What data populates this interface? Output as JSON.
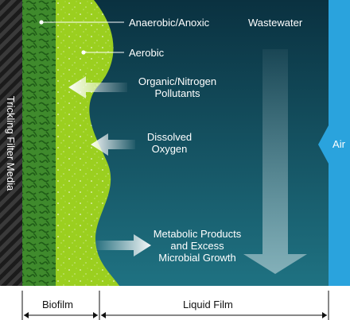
{
  "media": {
    "label": "Trickling Filter Media"
  },
  "labels": {
    "anaerobic": "Anaerobic/Anoxic",
    "aerobic": "Aerobic",
    "wastewater": "Wastewater",
    "pollutants_line1": "Organic/Nitrogen",
    "pollutants_line2": "Pollutants",
    "oxygen_line1": "Dissolved",
    "oxygen_line2": "Oxygen",
    "metabolic_line1": "Metabolic Products",
    "metabolic_line2": "and Excess",
    "metabolic_line3": "Microbial Growth",
    "air": "Air"
  },
  "bottom": {
    "biofilm": "Biofilm",
    "liquid_film": "Liquid Film"
  },
  "colors": {
    "liquid_dark": "#0b3342",
    "liquid_light": "#1e6f7f",
    "air_blue": "#2aa3dd",
    "biofilm_dark": "#2c7a22",
    "biofilm_light": "#9fd21f",
    "media_stripe": "#2a2a2a"
  }
}
